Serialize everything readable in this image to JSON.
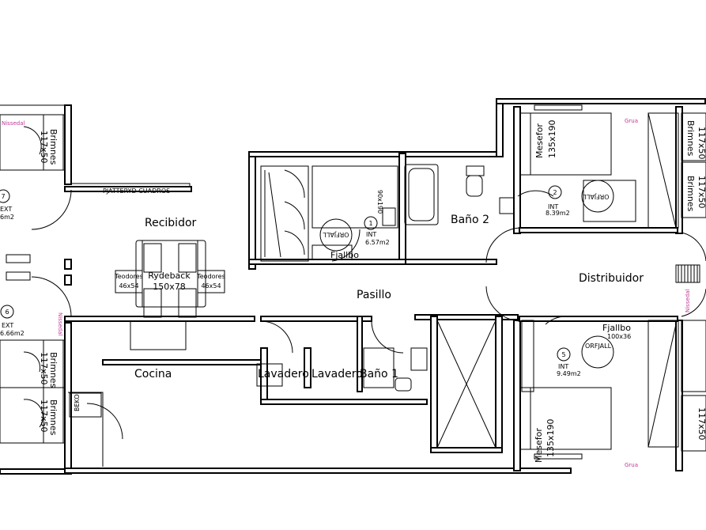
{
  "rooms": {
    "recibidor": "Recibidor",
    "pasillo": "Pasillo",
    "cocina": "Cocina",
    "distribuidor": "Distribuidor",
    "bano1": "Baño 1",
    "bano2": "Baño 2",
    "lavadero_a": "Lavadero",
    "lavadero_b": "Lavadero"
  },
  "markers": {
    "m1": {
      "num": "1",
      "type": "INT",
      "area": "6.57m2"
    },
    "m2": {
      "num": "2",
      "type": "INT",
      "area": "8.39m2"
    },
    "m5": {
      "num": "5",
      "type": "INT",
      "area": "9.49m2"
    },
    "m6": {
      "num": "6",
      "type": "EXT",
      "area": "6.66m2"
    },
    "m7": {
      "num": "7",
      "type": "EXT",
      "area": "6m2"
    }
  },
  "furniture": {
    "table_name": "Rydeback",
    "table_size": "150x78",
    "chair_name": "Teodores",
    "chair_size": "46x54",
    "brimnes_name": "Brimnes",
    "brimnes_size": "117x50",
    "mesefor_name": "Mesefor",
    "mesefor_size": "135x190",
    "fjallbo": "Fjallbo",
    "fjallbo_size": "100x36",
    "orfjall": "ORFJALL",
    "nissedal": "Nissedal",
    "grua": "Grua",
    "beko": "BEKO",
    "pjatteryd": "PJATTERYD CUADROS",
    "hotbed_90x190": "90x190"
  }
}
